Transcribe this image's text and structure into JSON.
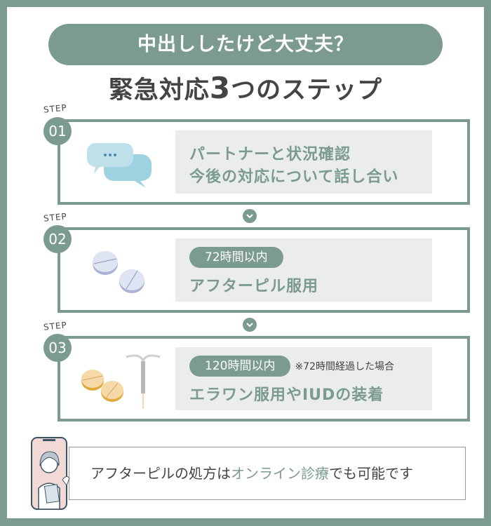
{
  "colors": {
    "frame": "#7b9a90",
    "accent": "#7b9a90",
    "content_bg": "#eaedec",
    "text_dark": "#444444"
  },
  "header": {
    "pill_title": "中出ししたけど大丈夫？",
    "headline_pre": "緊急対応",
    "headline_num": "3",
    "headline_post": "つのステップ"
  },
  "steps": [
    {
      "label": "STEP",
      "number": "01",
      "icon": "speech-bubbles-icon",
      "lines": [
        "パートナーと状況確認",
        "今後の対応について話し合い"
      ]
    },
    {
      "label": "STEP",
      "number": "02",
      "icon": "pills-icon",
      "time_badge": "72時間以内",
      "main_text": "アフターピル服用"
    },
    {
      "label": "STEP",
      "number": "03",
      "icon": "pills-and-iud-icon",
      "time_badge": "120時間以内",
      "note": "※72時間経過した場合",
      "main_text": "エラワン服用やIUDの装着"
    }
  ],
  "connector_icon": "chevron-down-icon",
  "footer": {
    "icon": "doctor-on-phone-icon",
    "text_pre": "アフターピルの処方は",
    "text_accent": "オンライン診療",
    "text_post": "でも可能です"
  }
}
